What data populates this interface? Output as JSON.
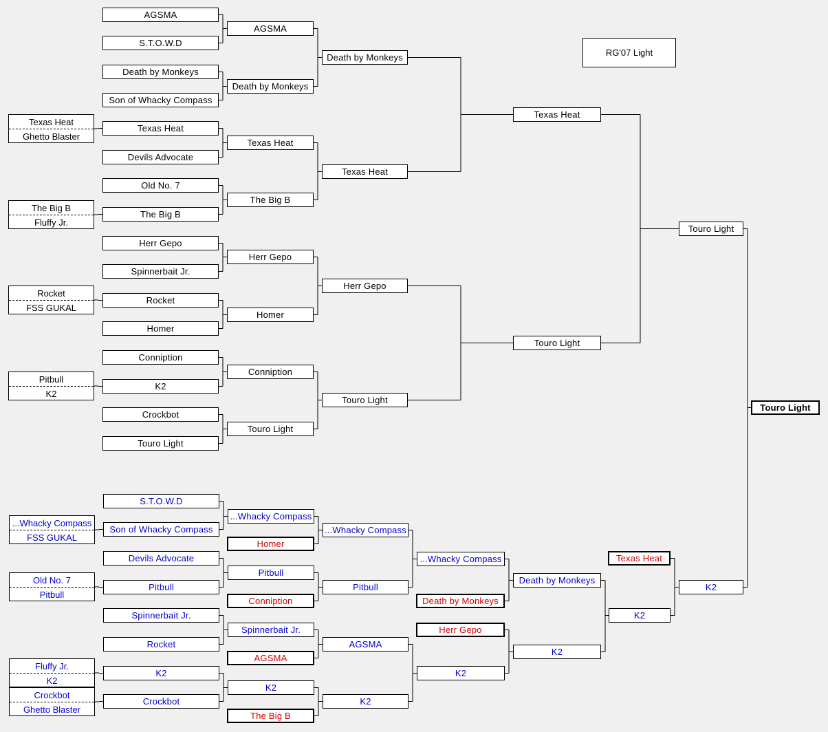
{
  "bracket_title": "RG'07 Light",
  "champion": "Touro Light",
  "colors": {
    "winners": "#000000",
    "losers": "#0000d0",
    "eliminated": "#d00000"
  },
  "winners_bracket": {
    "play_in": [
      {
        "top": "Texas Heat",
        "bottom": "Ghetto Blaster"
      },
      {
        "top": "The Big B",
        "bottom": "Fluffy Jr."
      },
      {
        "top": "Rocket",
        "bottom": "FSS GUKAL"
      },
      {
        "top": "Pitbull",
        "bottom": "K2"
      }
    ],
    "round1": [
      "AGSMA",
      "S.T.O.W.D",
      "Death by Monkeys",
      "Son of Whacky Compass",
      "Texas Heat",
      "Devils Advocate",
      "Old No. 7",
      "The Big B",
      "Herr Gepo",
      "Spinnerbait Jr.",
      "Rocket",
      "Homer",
      "Conniption",
      "K2",
      "Crockbot",
      "Touro Light"
    ],
    "round2": [
      "AGSMA",
      "Death by Monkeys",
      "Texas Heat",
      "The Big B",
      "Herr Gepo",
      "Homer",
      "Conniption",
      "Touro Light"
    ],
    "round3": [
      "Death by Monkeys",
      "Texas Heat",
      "Herr Gepo",
      "Touro Light"
    ],
    "round4": [
      "Texas Heat",
      "Touro Light"
    ],
    "final": "Touro Light"
  },
  "losers_bracket": {
    "play_in": [
      {
        "top": "...Whacky Compass",
        "bottom": "FSS GUKAL"
      },
      {
        "top": "Old No. 7",
        "bottom": "Pitbull"
      },
      {
        "top": "Fluffy Jr.",
        "bottom": "K2"
      },
      {
        "top": "Crockbot",
        "bottom": "Ghetto Blaster"
      }
    ],
    "round1": [
      "S.T.O.W.D",
      "Son of Whacky Compass",
      "Devils Advocate",
      "Pitbull",
      "Spinnerbait Jr.",
      "Rocket",
      "K2",
      "Crockbot"
    ],
    "round2": [
      "...Whacky Compass",
      "Pitbull",
      "Spinnerbait Jr.",
      "K2"
    ],
    "dropped_in_round2": [
      "Homer",
      "Conniption",
      "AGSMA",
      "The Big B"
    ],
    "round3": [
      "...Whacky Compass",
      "Pitbull",
      "AGSMA",
      "K2"
    ],
    "round4": [
      "...Whacky Compass",
      "K2"
    ],
    "dropped_in_round4": [
      "Death by Monkeys",
      "Herr Gepo"
    ],
    "round5": [
      "Death by Monkeys",
      "K2"
    ],
    "round6": "K2",
    "dropped_in_round6": "Texas Heat",
    "round7": "K2",
    "grand_final": "Touro Light"
  }
}
